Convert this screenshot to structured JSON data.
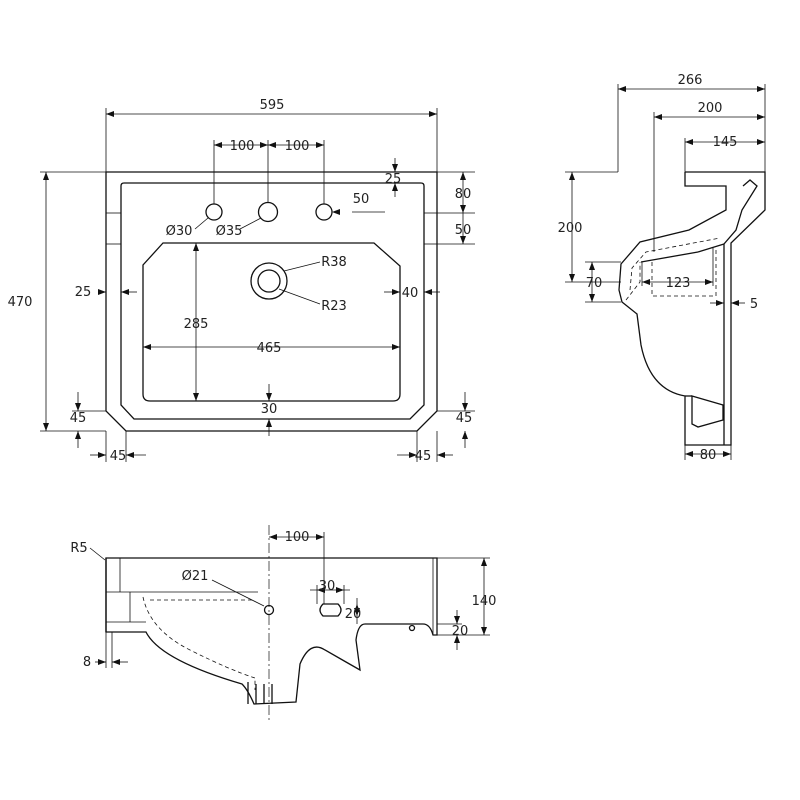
{
  "views": {
    "top": {
      "overall_width": "595",
      "overall_depth": "470",
      "tap_spacing_left": "100",
      "tap_spacing_right": "100",
      "top_edge_to_taps": "25",
      "side_80": "80",
      "side_50_upper": "50",
      "side_50_lower": "50",
      "tap_hole_side": "Ø30",
      "tap_hole_centre": "Ø35",
      "waste_outer_radius": "R38",
      "waste_inner_radius": "R23",
      "rim_left": "25",
      "rim_right": "40",
      "bowl_depth": "285",
      "bowl_width": "465",
      "front_rim": "30",
      "chamfer_left_v": "45",
      "chamfer_right_v": "45",
      "chamfer_left_h": "45",
      "chamfer_right_h": "45"
    },
    "side": {
      "overall_projection": "266",
      "projection_200": "200",
      "projection_145": "145",
      "height_200": "200",
      "height_70": "70",
      "depth_123": "123",
      "wall_5": "5",
      "base_80": "80"
    },
    "front": {
      "corner_radius": "R5",
      "overflow_hole": "Ø21",
      "tap_offset": "100",
      "slot_width": "30",
      "slot_height": "20",
      "front_height": "140",
      "lower_height": "20",
      "rim_thickness": "8"
    }
  }
}
